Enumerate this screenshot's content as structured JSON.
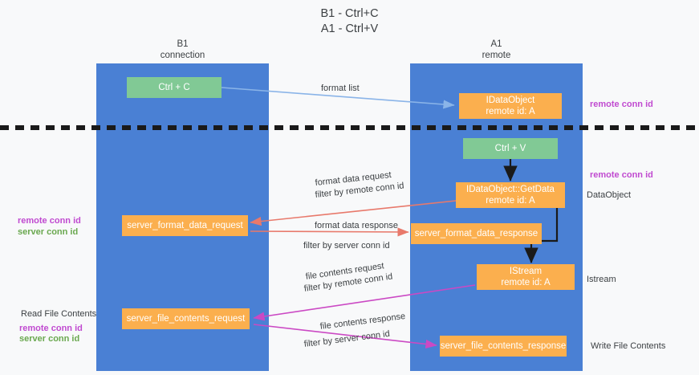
{
  "title": "B1 - Ctrl+C\nA1 - Ctrl+V",
  "columns": {
    "left": "B1\nconnection",
    "right": "A1\nremote"
  },
  "nodes": {
    "ctrl_c": "Ctrl + C",
    "idataobject": "IDataObject\nremote id: A",
    "ctrl_v": "Ctrl + V",
    "getdata": "IDataObject::GetData\nremote id: A",
    "server_format_data_request": "server_format_data_request",
    "server_format_data_response": "server_format_data_response",
    "istream": "IStream\nremote id: A",
    "server_file_contents_request": "server_file_contents_request",
    "server_file_contents_response": "server_file_contents_response"
  },
  "edges": {
    "format_list": "format list",
    "format_data_request": "format data request",
    "format_data_request_filter_prefix": "filter by ",
    "format_data_request_filter_value": "remote conn id",
    "format_data_response": "format data response",
    "format_data_response_filter_prefix": "filter by ",
    "format_data_response_filter_value": "server conn id",
    "file_contents_request": "file contents request",
    "file_contents_request_filter_prefix": "filter by ",
    "file_contents_request_filter_value": "remote conn id",
    "file_contents_response": "file contents response",
    "file_contents_response_filter_prefix": "filter by ",
    "file_contents_response_filter_value": "server conn id"
  },
  "annotations": {
    "right_remote_conn_id_top": "remote conn id",
    "right_remote_conn_id_mid": "remote conn id",
    "right_dataobject": "DataObject",
    "right_istream": "Istream",
    "right_write_file_contents": "Write File Contents",
    "left_remote_conn_id_mid": "remote conn id",
    "left_server_conn_id_mid": "server conn id",
    "left_read_file_contents": "Read File Contents",
    "left_remote_conn_id_bottom": "remote conn id",
    "left_server_conn_id_bottom": "server conn id"
  },
  "colors": {
    "lane": "#4a80d4",
    "node_orange": "#fbaf4e",
    "node_green": "#81c995",
    "accent_purple": "#c04ad0",
    "accent_green": "#6aa84f",
    "arrow_blue": "#8ab4e8",
    "arrow_red": "#e8796b",
    "arrow_magenta": "#cb49c4",
    "arrow_black": "#1a1a1a",
    "background": "#f8f9fa"
  }
}
